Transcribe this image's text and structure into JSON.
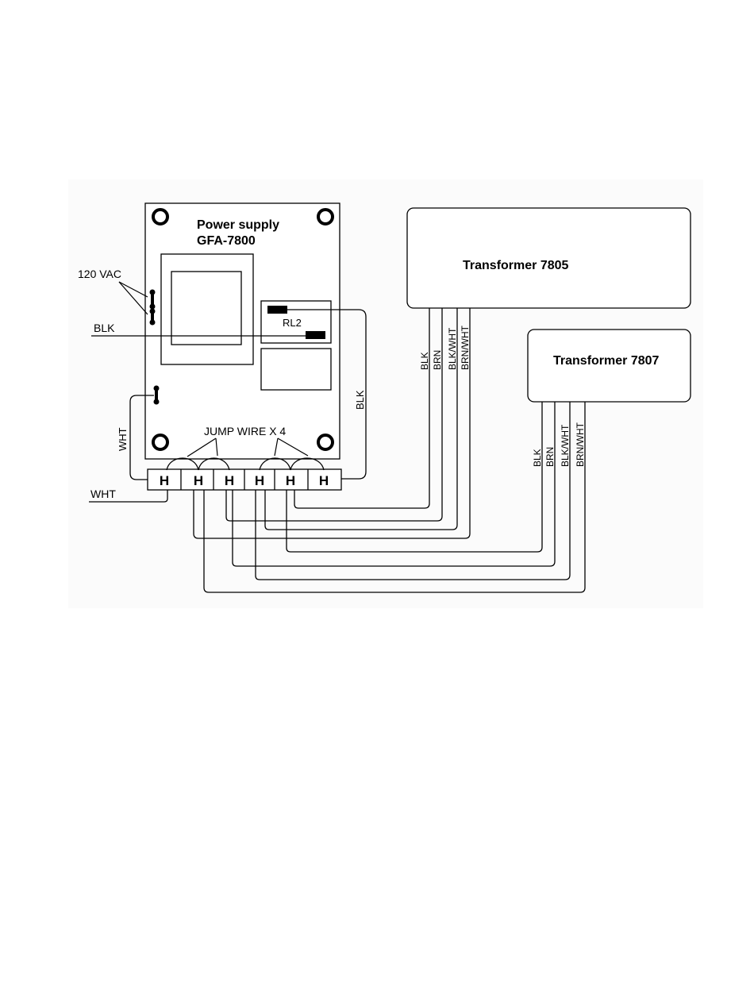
{
  "power_supply": {
    "title": "Power supply",
    "model": "GFA-7800",
    "relay_label": "RL2"
  },
  "transformers": [
    {
      "label": "Transformer 7805"
    },
    {
      "label": "Transformer 7807"
    }
  ],
  "labels": {
    "vac": "120 VAC",
    "blk_mains": "BLK",
    "wht_mains": "WHT",
    "wht_loop": "WHT",
    "blk_relay": "BLK",
    "jump_wire": "JUMP WIRE X 4"
  },
  "t7805_wires": [
    "BLK",
    "BRN",
    "BLK/WHT",
    "BRN/WHT"
  ],
  "t7807_wires": [
    "BLK",
    "BRN",
    "BLK/WHT",
    "BRN/WHT"
  ],
  "terminal_glyph": "H",
  "colors": {
    "line": "#000000",
    "background": "#ffffff",
    "panel": "#ffffff"
  }
}
